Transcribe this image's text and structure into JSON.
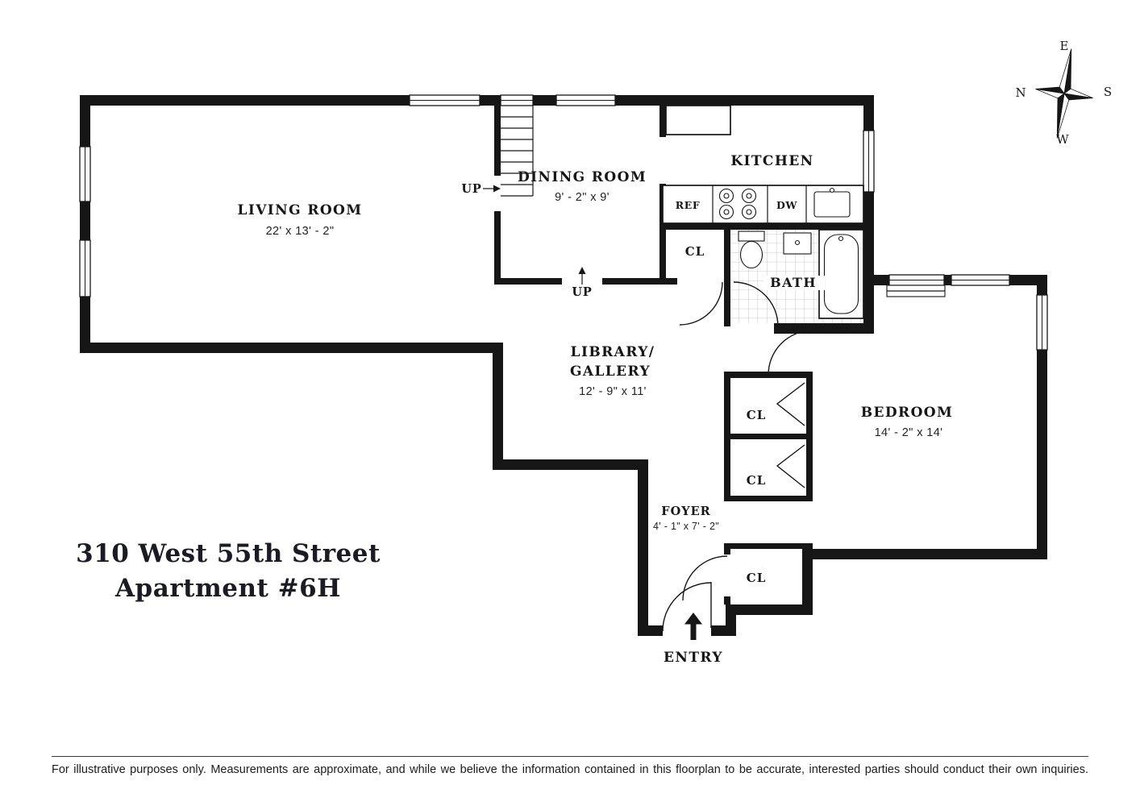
{
  "title": {
    "line1": "310 West 55th Street",
    "line2": "Apartment #6H"
  },
  "compass": {
    "top": "E",
    "left": "N",
    "right": "S",
    "bottom": "W"
  },
  "rooms": {
    "living": {
      "name": "LIVING ROOM",
      "dims": "22' x 13' - 2\""
    },
    "dining": {
      "name": "DINING ROOM",
      "dims": "9' - 2\" x 9'"
    },
    "kitchen": {
      "name": "KITCHEN"
    },
    "bath": {
      "name": "BATH"
    },
    "library": {
      "line1": "LIBRARY/",
      "line2": "GALLERY",
      "dims": "12' - 9\" x 11'"
    },
    "bedroom": {
      "name": "BEDROOM",
      "dims": "14' - 2\" x 14'"
    },
    "foyer": {
      "name": "FOYER",
      "dims": "4' - 1\" x 7' - 2\""
    },
    "entry": {
      "name": "ENTRY"
    }
  },
  "fixtures": {
    "refrigerator": "REF",
    "dishwasher": "DW",
    "closet": "CL"
  },
  "stairs": {
    "up": "UP"
  },
  "footer": {
    "disclaimer": "For illustrative purposes only.  Measurements are approximate, and while we believe the information contained in this floorplan to be accurate, interested parties should conduct their own inquiries."
  },
  "colors": {
    "ink": "#161616",
    "tile_line": "#b9b9b9",
    "background": "#ffffff"
  }
}
